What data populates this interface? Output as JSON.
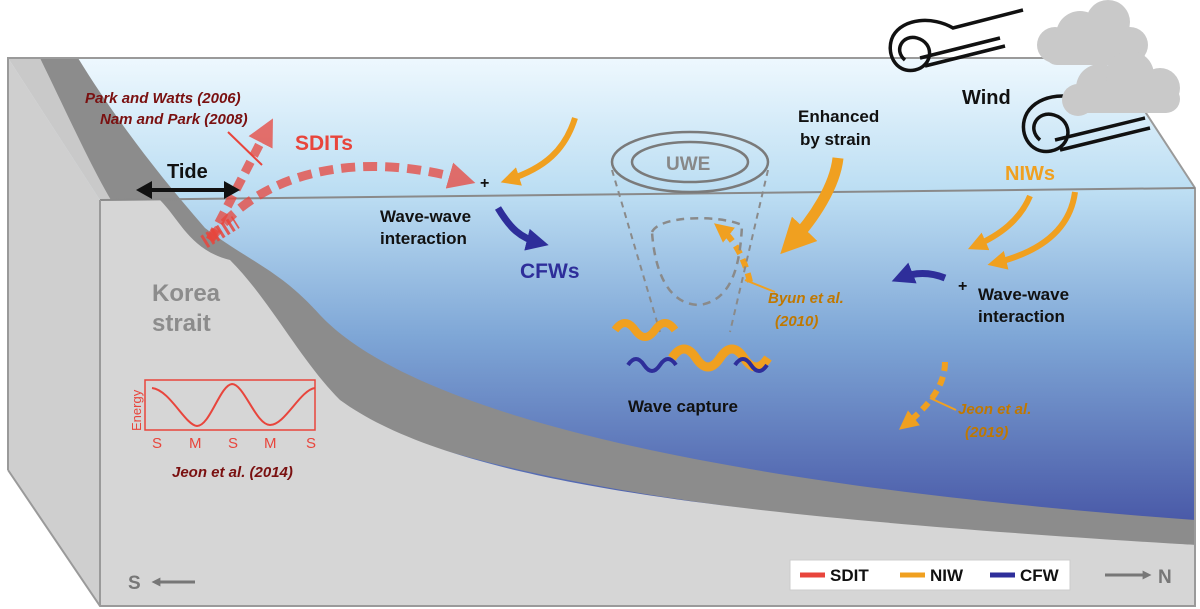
{
  "colors": {
    "sdit": "#e8453c",
    "niw": "#f0a020",
    "cfw": "#2e2e9a",
    "citation_dark": "#7a1010",
    "citation_orange": "#c07800",
    "land": "#d6d6d6",
    "shelf": "#8c8c8c",
    "eddy_outline": "#808080"
  },
  "labels": {
    "park_watts": "Park and Watts (2006)",
    "nam_park": "Nam and Park (2008)",
    "sdits": "SDITs",
    "tide": "Tide",
    "plus_left": "+",
    "wave_wave_left_1": "Wave-wave",
    "wave_wave_left_2": "interaction",
    "cfws": "CFWs",
    "uwe": "UWE",
    "enhanced_1": "Enhanced",
    "enhanced_2": "by strain",
    "wind": "Wind",
    "niws": "NIWs",
    "byun_1": "Byun et al.",
    "byun_2": "(2010)",
    "plus_right": "+",
    "wave_wave_right_1": "Wave-wave",
    "wave_wave_right_2": "interaction",
    "wave_capture": "Wave capture",
    "jeon2019_1": "Jeon et al.",
    "jeon2019_2": "(2019)",
    "korea_1": "Korea",
    "korea_2": "strait",
    "energy": "Energy",
    "inset_ticks": [
      "S",
      "M",
      "S",
      "M",
      "S"
    ],
    "jeon2014": "Jeon et al. (2014)",
    "south": "S",
    "north": "N"
  },
  "legend": [
    {
      "label": "SDIT",
      "color": "#e8453c"
    },
    {
      "label": "NIW",
      "color": "#f0a020"
    },
    {
      "label": "CFW",
      "color": "#2e2e9a"
    }
  ]
}
